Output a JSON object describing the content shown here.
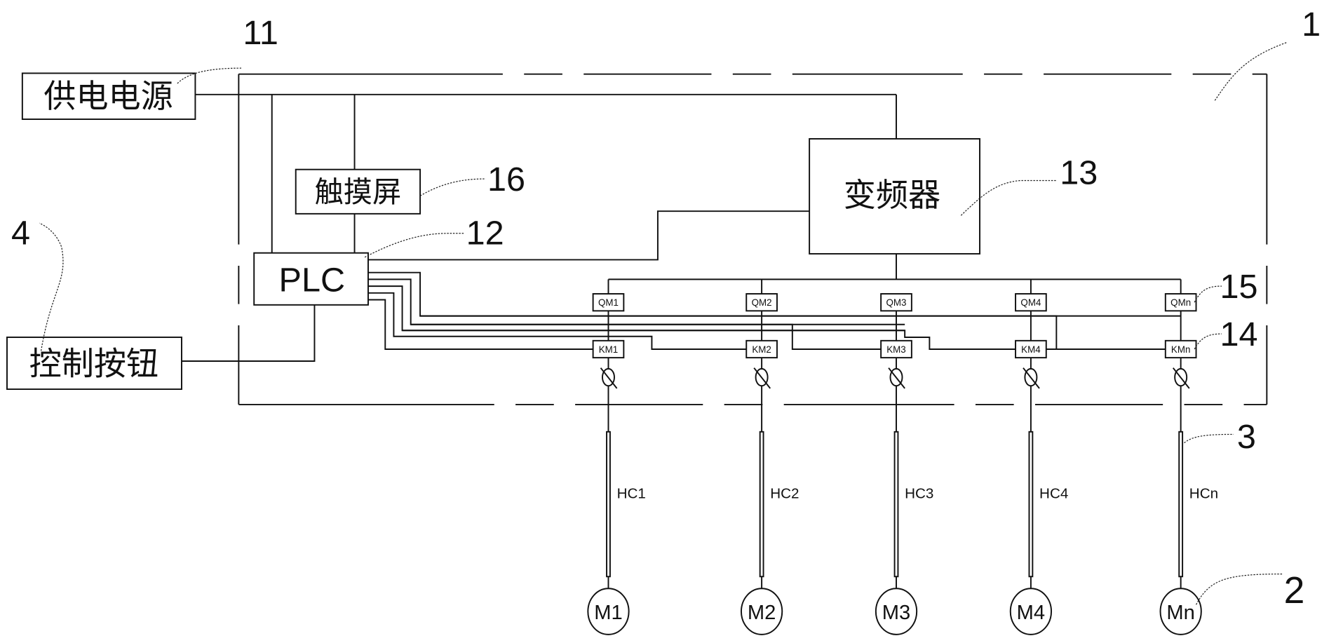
{
  "blocks": {
    "power_supply": "供电电源",
    "touch_screen": "触摸屏",
    "plc": "PLC",
    "control_buttons": "控制按钮",
    "inverter": "变频器"
  },
  "callouts": {
    "cabinet": "1",
    "motor": "2",
    "cable": "3",
    "buttons": "4",
    "power": "11",
    "plc": "12",
    "inverter": "13",
    "contactor": "14",
    "breaker": "15",
    "touch": "16"
  },
  "branches": [
    {
      "qm": "QM1",
      "km": "KM1",
      "cable": "HC1",
      "motor": "M1"
    },
    {
      "qm": "QM2",
      "km": "KM2",
      "cable": "HC2",
      "motor": "M2"
    },
    {
      "qm": "QM3",
      "km": "KM3",
      "cable": "HC3",
      "motor": "M3"
    },
    {
      "qm": "QM4",
      "km": "KM4",
      "cable": "HC4",
      "motor": "M4"
    },
    {
      "qm": "QMn",
      "km": "KMn",
      "cable": "HCn",
      "motor": "Mn"
    }
  ]
}
